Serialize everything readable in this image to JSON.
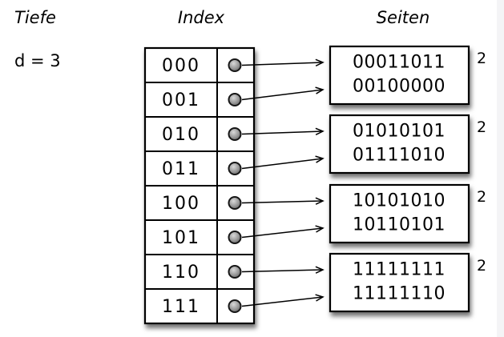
{
  "labels": {
    "depth_title": "Tiefe",
    "depth_value": "d = 3",
    "index_title": "Index",
    "pages_title": "Seiten"
  },
  "index_rows": [
    "000",
    "001",
    "010",
    "011",
    "100",
    "101",
    "110",
    "111"
  ],
  "row_to_page": [
    0,
    0,
    1,
    1,
    2,
    2,
    3,
    3
  ],
  "pages": [
    {
      "entries": [
        "00011011",
        "00100000"
      ],
      "local_depth": "2"
    },
    {
      "entries": [
        "01010101",
        "01111010"
      ],
      "local_depth": "2"
    },
    {
      "entries": [
        "10101010",
        "10110101"
      ],
      "local_depth": "2"
    },
    {
      "entries": [
        "11111111",
        "11111110"
      ],
      "local_depth": "2"
    }
  ],
  "colors": {
    "ink": "#000000",
    "background": "#ffffff",
    "edge_strip": "#f4f4f6",
    "dot_highlight": "#d9d9d9",
    "dot_mid": "#9a9a9a",
    "dot_dark": "#5e5e5e"
  }
}
